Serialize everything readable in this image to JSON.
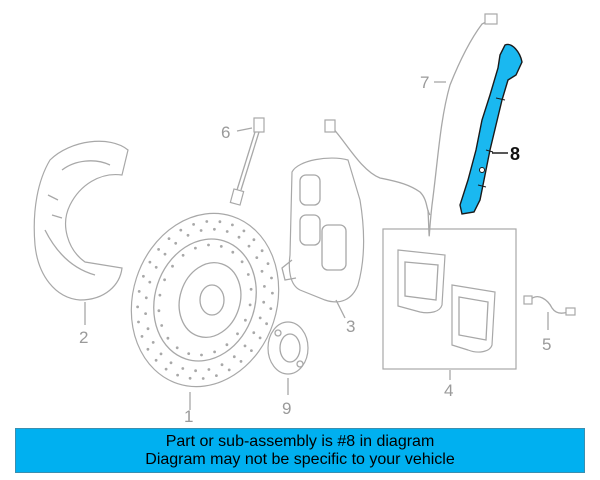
{
  "callouts": {
    "c1": "1",
    "c2": "2",
    "c3": "3",
    "c4": "4",
    "c5": "5",
    "c6": "6",
    "c7": "7",
    "c8": "8",
    "c9": "9"
  },
  "highlight_part": "8",
  "colors": {
    "banner_bg": "#00b0f0",
    "highlight": "#1ab8f0",
    "line_art": "#a8a8a8"
  },
  "banner": {
    "line1": "Part or sub-assembly is #8 in diagram",
    "line2": "Diagram may not be specific to your vehicle"
  }
}
